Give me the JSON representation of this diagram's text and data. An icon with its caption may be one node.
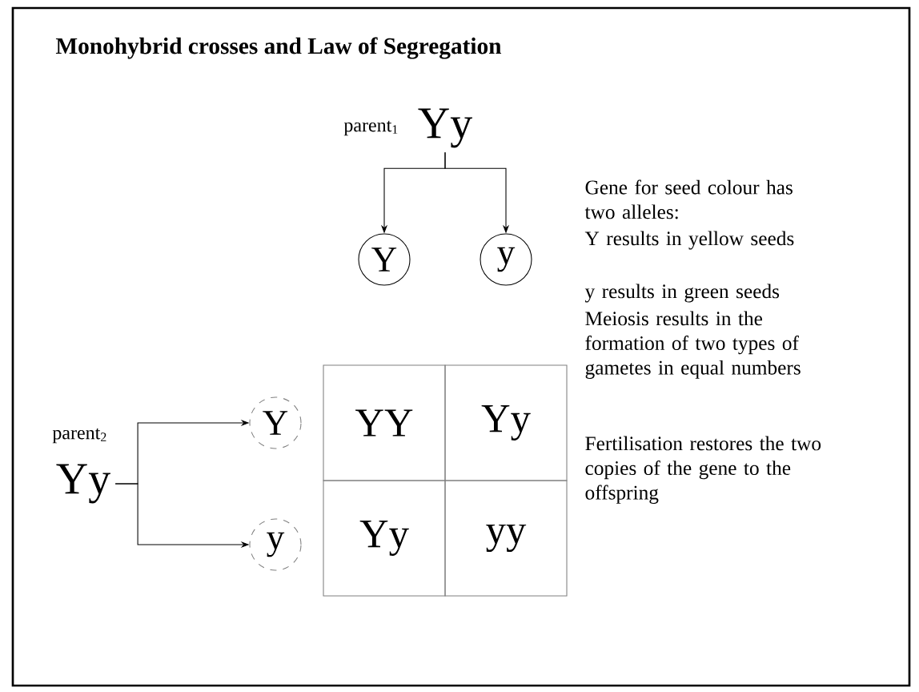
{
  "diagram": {
    "title": "Monohybrid crosses and Law of Segregation",
    "nodes": [
      {
        "text": [
          "Yy"
        ],
        "beside": [
          "parent$_{1}$"
        ]
      },
      {
        "text": [
          "Y"
        ]
      },
      {
        "text": [
          "y"
        ]
      },
      {
        "text": [
          "Yy"
        ],
        "beside": [
          "parent$_{2}$"
        ]
      },
      {
        "text": [
          "Y"
        ]
      },
      {
        "text": [
          "y"
        ]
      },
      {
        "text": [
          "YY"
        ]
      },
      {
        "text": [
          "Yy"
        ]
      },
      {
        "text": [
          "Yy"
        ]
      },
      {
        "text": [
          "yy"
        ]
      }
    ],
    "edges": [
      {
        "from": 0,
        "to": 1,
        "arrow": "to"
      },
      {
        "from": 0,
        "to": 2,
        "arrow": "to"
      },
      {
        "from": 3,
        "to": 4,
        "arrow": "to"
      },
      {
        "from": 3,
        "to": 5,
        "arrow": "to"
      }
    ],
    "labels": [
      "Gene for seed colour has two alleles:",
      "Y results in yellow seeds",
      "y results in green seeds",
      "Meiosis results in the formation of two types of gametes in equal numbers",
      "Fertilisation restores the two copies of the gene to the offspring"
    ]
  }
}
